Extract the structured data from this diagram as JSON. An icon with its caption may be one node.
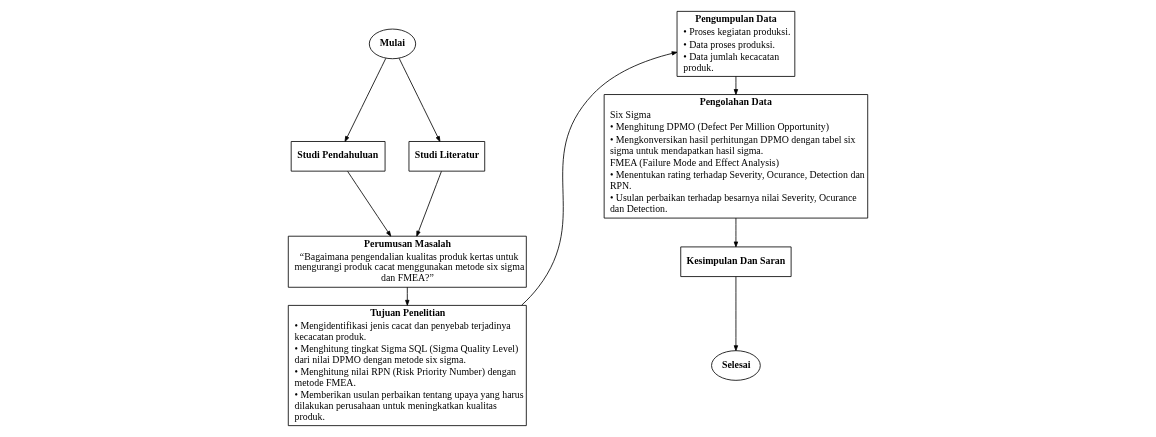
{
  "diagram": {
    "nodes": [
      {
        "text": [
          "Mulai"
        ]
      },
      {
        "text": [
          "Studi Pendahuluan"
        ]
      },
      {
        "text": [
          "Studi Literatur"
        ]
      },
      {
        "text": [
          "Perumusan Masalah",
          "“Bagaimana pengendalian kualitas produk kertas untuk mengurangi produk cacat menggunakan metode six sigma dan FMEA?”"
        ]
      },
      {
        "text": [
          "Tujuan Penelitian",
          "• Mengidentifikasi jenis cacat dan penyebab terjadinya kecacatan produk.",
          "• Menghitung tingkat Sigma SQL (Sigma Quality Level) dari nilai DPMO dengan metode six sigma.",
          "• Menghitung nilai RPN (Risk Priority Number) dengan metode FMEA.",
          "• Memberikan usulan perbaikan tentang upaya yang harus dilakukan perusahaan untuk meningkatkan kualitas produk."
        ]
      },
      {
        "text": [
          "Pengumpulan Data",
          "• Proses kegiatan produksi.",
          "• Data proses produksi.",
          "• Data jumlah kecacatan produk."
        ]
      },
      {
        "text": [
          "Pengolahan Data",
          "Six Sigma",
          "• Menghitung DPMO (Defect Per Million Opportunity)",
          "• Mengkonversikan hasil perhitungan DPMO dengan tabel six sigma untuk mendapatkan hasil sigma.",
          "FMEA (Failure Mode and Effect Analysis)",
          "• Menentukan rating terhadap Severity, Ocurance, Detection dan RPN.",
          "• Usulan perbaikan terhadap besarnya nilai Severity, Ocurance dan Detection."
        ]
      },
      {
        "text": [
          "Kesimpulan Dan Saran"
        ]
      },
      {
        "text": [
          "Selesai"
        ]
      }
    ],
    "edges": [
      {
        "from": 0,
        "to": 1,
        "arrow": "to"
      },
      {
        "from": 0,
        "to": 2,
        "arrow": "to"
      },
      {
        "from": 1,
        "to": 3,
        "arrow": "to"
      },
      {
        "from": 2,
        "to": 3,
        "arrow": "to"
      },
      {
        "from": 3,
        "to": 4,
        "arrow": "to"
      },
      {
        "from": 4,
        "to": 5,
        "arrow": "to"
      },
      {
        "from": 5,
        "to": 6,
        "arrow": "to"
      },
      {
        "from": 6,
        "to": 7,
        "arrow": "to"
      },
      {
        "from": 7,
        "to": 8,
        "arrow": "to"
      }
    ]
  }
}
